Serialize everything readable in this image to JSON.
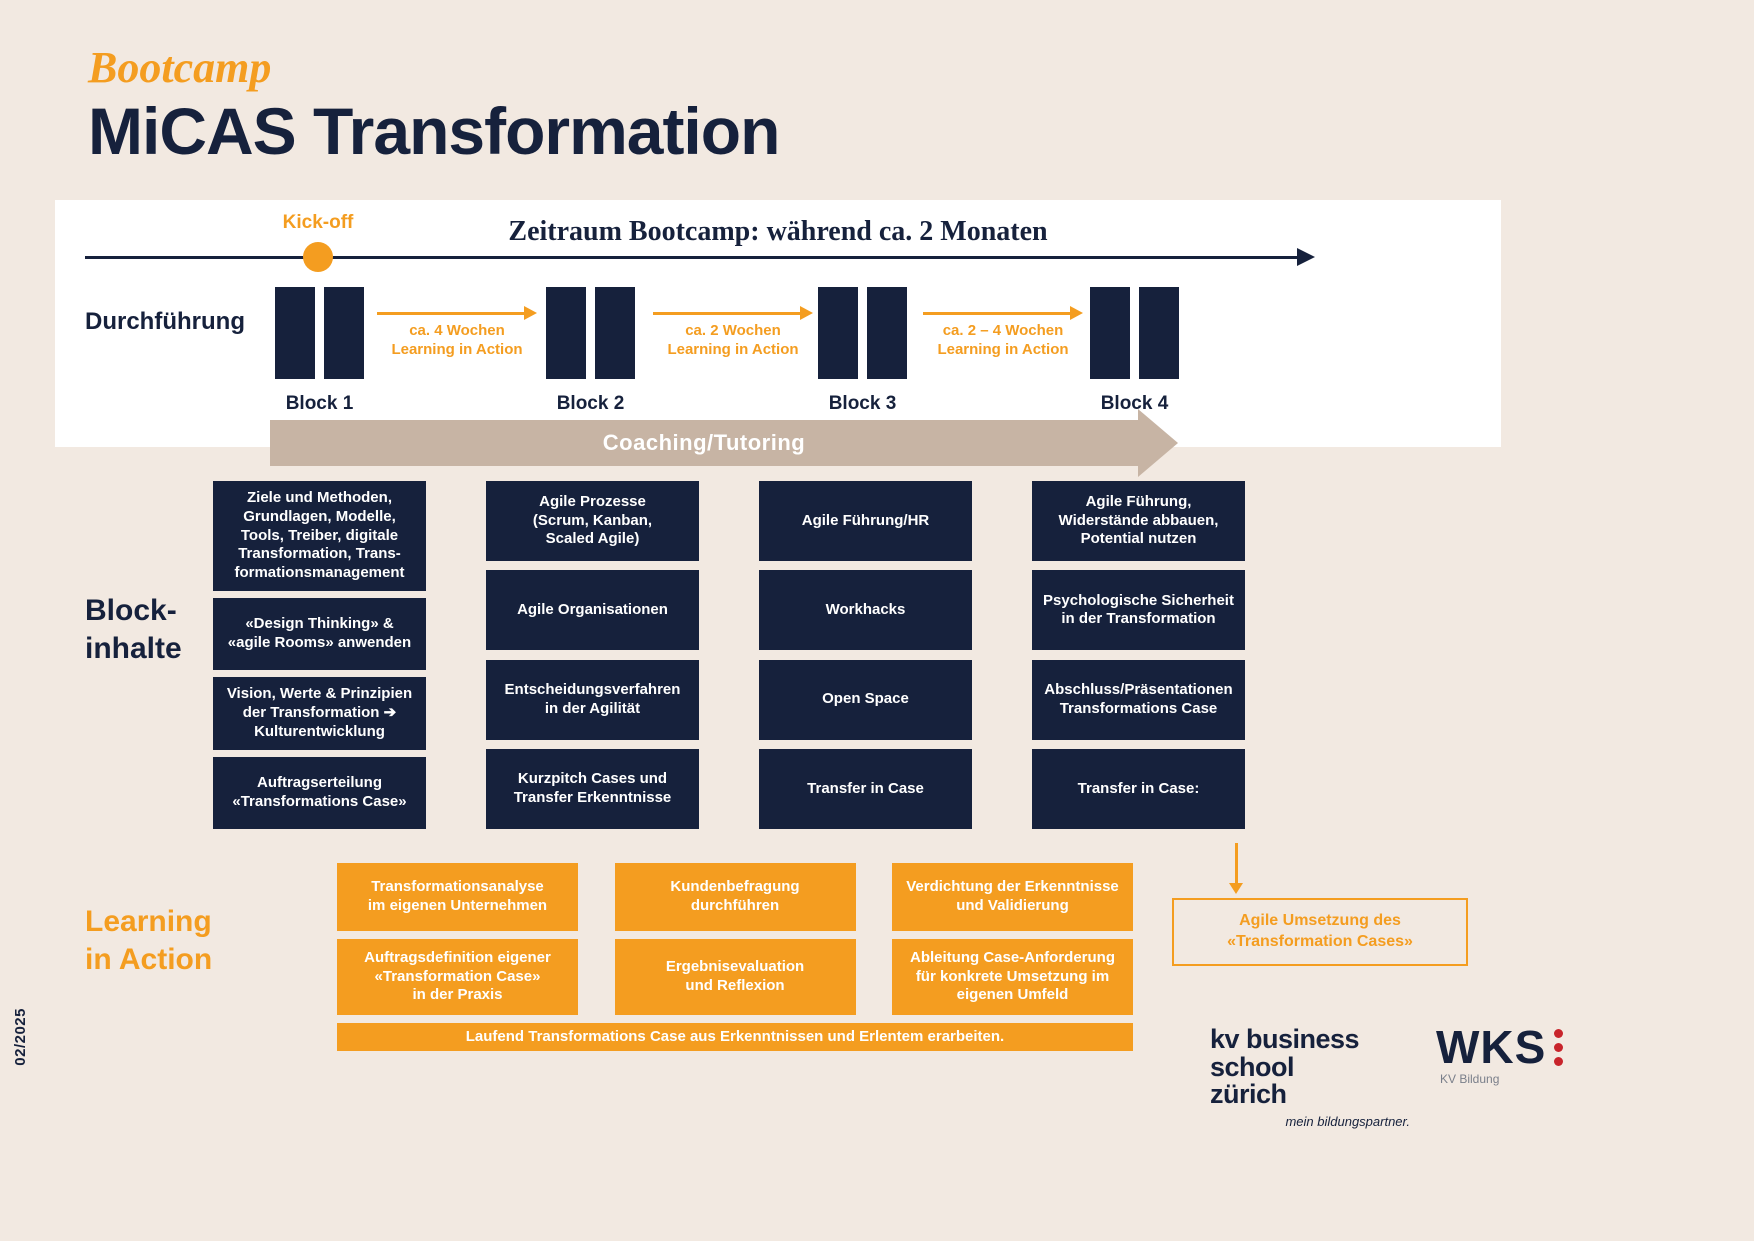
{
  "header": {
    "eyebrow": "Bootcamp",
    "title": "MiCAS Transformation"
  },
  "timeline": {
    "kickoff": "Kick-off",
    "heading": "Zeitraum Bootcamp: während ca. 2 Monaten",
    "row_label": "Durchführung",
    "blocks": [
      "Block 1",
      "Block 2",
      "Block 3",
      "Block 4"
    ],
    "gaps": [
      "ca. 4 Wochen\nLearning in Action",
      "ca. 2 Wochen\nLearning in Action",
      "ca. 2 – 4 Wochen\nLearning in Action"
    ],
    "coaching": "Coaching/Tutoring"
  },
  "block_contents": {
    "label": "Block-\ninhalte",
    "columns": [
      [
        "Ziele und Methoden,\nGrundlagen, Modelle,\nTools, Treiber, digitale\nTransformation, Trans-\nformationsmanagement",
        "«Design Thinking» &\n«agile Rooms» anwenden",
        "Vision, Werte & Prinzipien\nder Transformation ➔\nKulturentwicklung",
        "Auftragserteilung\n«Transformations Case»"
      ],
      [
        "Agile Prozesse\n(Scrum, Kanban,\nScaled Agile)",
        "Agile Organisationen",
        "Entscheidungsverfahren\nin der Agilität",
        "Kurzpitch Cases und\nTransfer Erkenntnisse"
      ],
      [
        "Agile Führung/HR",
        "Workhacks",
        "Open Space",
        "Transfer in Case"
      ],
      [
        "Agile Führung,\nWiderstände abbauen,\nPotential nutzen",
        "Psychologische Sicherheit\nin der Transformation",
        "Abschluss/Präsentationen\nTransformations Case",
        "Transfer in Case:"
      ]
    ]
  },
  "learning": {
    "label": "Learning\nin Action",
    "row1": [
      "Transformationsanalyse\nim eigenen Unternehmen",
      "Kundenbefragung\ndurchführen",
      "Verdichtung der Erkenntnisse\nund Validierung"
    ],
    "row2": [
      "Auftragsdefinition eigener\n«Transformation Case»\nin der Praxis",
      "Ergebnisevaluation\nund Reflexion",
      "Ableitung Case-Anforderung\nfür konkrete Umsetzung im\neigenen Umfeld"
    ],
    "wide": "Laufend Transformations Case aus Erkenntnissen und Erlentem erarbeiten.",
    "outcome": "Agile Umsetzung des\n«Transformation Cases»"
  },
  "footer": {
    "edition": "02/2025",
    "kv_line1": "kv business school",
    "kv_line2": "zürich",
    "kv_tagline": "mein bildungspartner.",
    "wks": "WKS",
    "wks_sub": "KV Bildung"
  },
  "colors": {
    "navy": "#16213c",
    "orange": "#f49d20",
    "taupe": "#c7b4a4",
    "cream": "#f2e9e1",
    "red": "#c8242b"
  }
}
